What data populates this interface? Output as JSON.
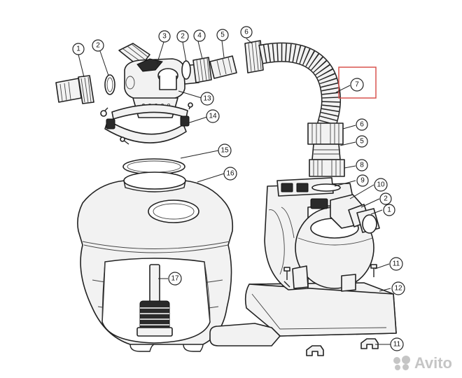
{
  "colors": {
    "line": "#222222",
    "fill": "#f2f2f2",
    "highlight": "#d9534f",
    "watermark": "#969696"
  },
  "callouts": [
    {
      "id": "c1a",
      "number": "1"
    },
    {
      "id": "c2a",
      "number": "2"
    },
    {
      "id": "c3",
      "number": "3"
    },
    {
      "id": "c2b",
      "number": "2"
    },
    {
      "id": "c4",
      "number": "4"
    },
    {
      "id": "c5a",
      "number": "5"
    },
    {
      "id": "c6a",
      "number": "6"
    },
    {
      "id": "c13",
      "number": "13"
    },
    {
      "id": "c7",
      "number": "7"
    },
    {
      "id": "c14",
      "number": "14"
    },
    {
      "id": "c6b",
      "number": "6"
    },
    {
      "id": "c5b",
      "number": "5"
    },
    {
      "id": "c15",
      "number": "15"
    },
    {
      "id": "c8",
      "number": "8"
    },
    {
      "id": "c16",
      "number": "16"
    },
    {
      "id": "c9",
      "number": "9"
    },
    {
      "id": "c10",
      "number": "10"
    },
    {
      "id": "c2c",
      "number": "2"
    },
    {
      "id": "c1b",
      "number": "1"
    },
    {
      "id": "c17",
      "number": "17"
    },
    {
      "id": "c11a",
      "number": "11"
    },
    {
      "id": "c12",
      "number": "12"
    },
    {
      "id": "c11b",
      "number": "11"
    }
  ],
  "watermark": {
    "text": "Avito",
    "icon": "avito-dots-icon"
  }
}
